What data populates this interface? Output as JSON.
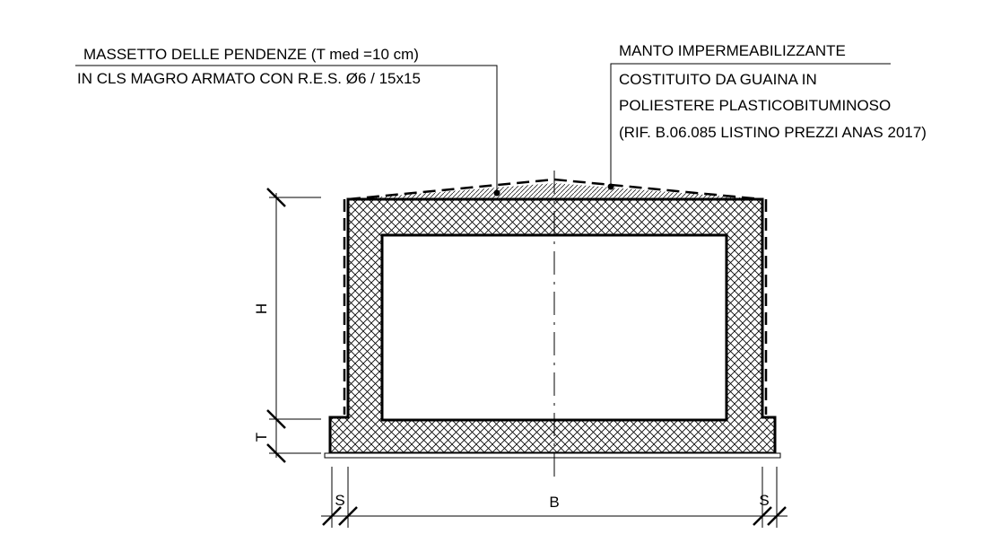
{
  "annotations": {
    "screed": {
      "line1": "MASSETTO DELLE PENDENZE (T med =10 cm)",
      "line2": "IN CLS MAGRO ARMATO CON R.E.S. Ø6 / 15x15"
    },
    "membrane": {
      "line1": "MANTO IMPERMEABILIZZANTE",
      "line2": "COSTITUITO DA GUAINA IN",
      "line3": "POLIESTERE PLASTICOBITUMINOSO",
      "line4": "(RIF. B.06.085 LISTINO PREZZI ANAS 2017)"
    }
  },
  "dimensions": {
    "height": "H",
    "thickness": "T",
    "width": "B",
    "step_left": "S",
    "step_right": "S"
  },
  "colors": {
    "ink": "#000000"
  }
}
